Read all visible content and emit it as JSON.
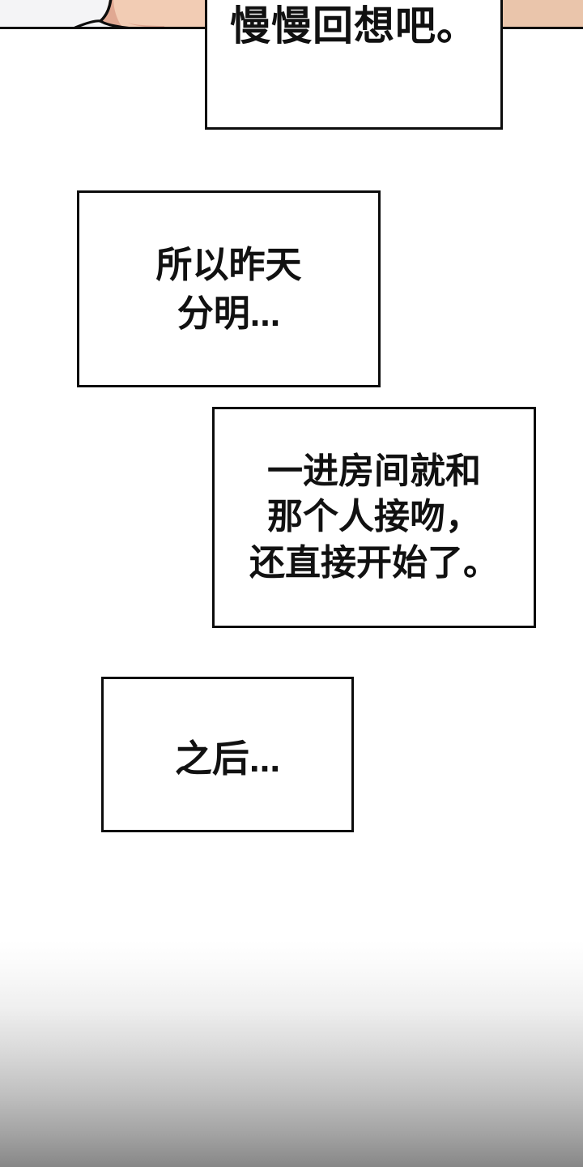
{
  "colors": {
    "page_background": "#ffffff",
    "panel_offwhite": "#f4f4f6",
    "skin": "#eec7ae",
    "skin_light": "#f2ccb4",
    "skin_shadow": "#e0a892",
    "outline_black": "#0c0c0c",
    "text_black": "#111111",
    "gradient_top": "#ffffff",
    "gradient_bottom": "#878787"
  },
  "bubbles": [
    {
      "lines": [
        "慢慢回想吧。"
      ]
    },
    {
      "lines": [
        "所以昨天",
        "分明..."
      ]
    },
    {
      "lines": [
        "一进房间就和",
        "那个人接吻，",
        "还直接开始了。"
      ]
    },
    {
      "lines": [
        "之后..."
      ]
    }
  ]
}
